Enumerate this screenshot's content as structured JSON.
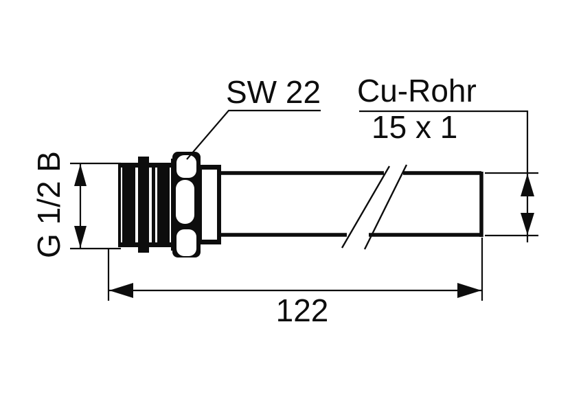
{
  "figure": {
    "background_color": "#ffffff",
    "line_color": "#0d0d0d"
  },
  "labels": {
    "wrench_size": "SW 22",
    "pipe_material": "Cu-Rohr",
    "pipe_dimension": "15 x 1",
    "thread": "G 1/2 B",
    "overall_length": "122"
  }
}
